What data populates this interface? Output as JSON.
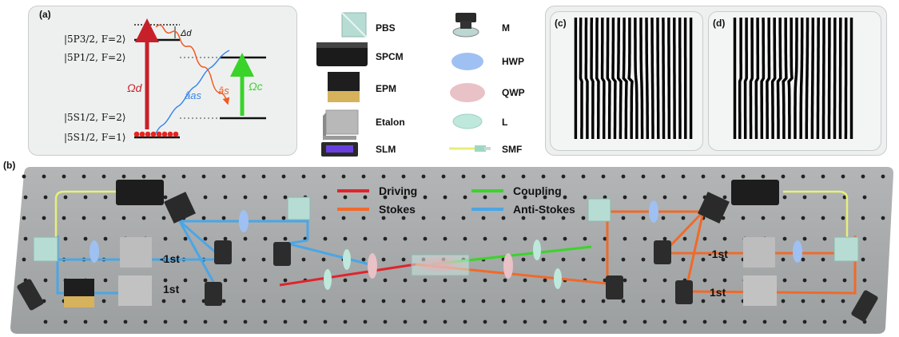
{
  "panel_a": {
    "label": "(a)",
    "levels": [
      "|5P3/2, F=2⟩",
      "|5P1/2, F=2⟩",
      "|5S1/2, F=2⟩",
      "|5S1/2, F=1⟩"
    ],
    "detuning": "Δd",
    "omega_d": "Ωd",
    "omega_c": "Ωc",
    "a_as": "âas",
    "a_s": "âs",
    "colors": {
      "driving": "#c8202a",
      "coupling": "#39d32a",
      "stokes": "#f05a22",
      "anti_stokes": "#3a86e8"
    }
  },
  "components": {
    "left": [
      "PBS",
      "SPCM",
      "EPM",
      "Etalon",
      "SLM"
    ],
    "right": [
      "M",
      "HWP",
      "QWP",
      "L",
      "SMF"
    ]
  },
  "panel_c": {
    "label": "(c)"
  },
  "panel_d": {
    "label": "(d)"
  },
  "panel_b": {
    "label": "(b)",
    "legend": [
      {
        "label": "Driving",
        "color": "#e0242c"
      },
      {
        "label": "Coupling",
        "color": "#3ad42a"
      },
      {
        "label": "Stokes",
        "color": "#f06a2a"
      },
      {
        "label": "Anti-Stokes",
        "color": "#4aa6e6"
      }
    ],
    "orders": [
      "-1st",
      "1st",
      "-1st",
      "1st"
    ]
  }
}
